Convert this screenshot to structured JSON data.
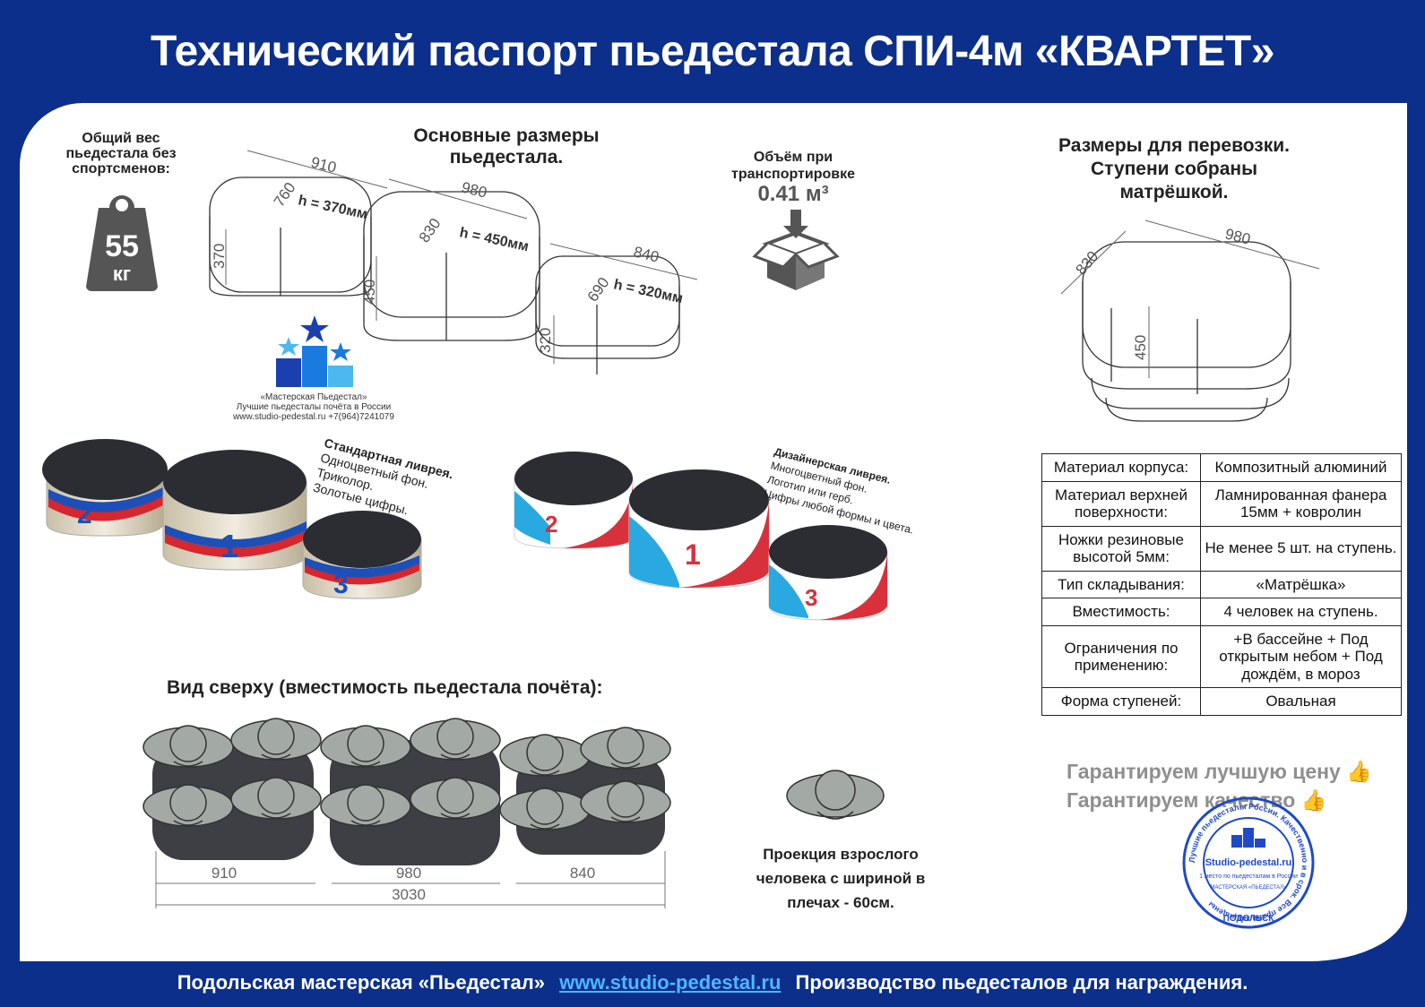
{
  "header": {
    "title": "Технический паспорт пьедестала СПИ-4м «КВАРТЕТ»"
  },
  "weight": {
    "caption": "Общий вес пьедестала без спортсменов:",
    "value": "55",
    "unit": "кг"
  },
  "main_sizes": {
    "title": "Основные размеры пьедестала.",
    "step2": {
      "length": "910",
      "depth": "760",
      "height": "370",
      "h_label": "h = 370мм"
    },
    "step1": {
      "length": "980",
      "depth": "830",
      "height": "450",
      "h_label": "h = 450мм"
    },
    "step3": {
      "length": "840",
      "depth": "690",
      "height": "320",
      "h_label": "h = 320мм"
    }
  },
  "volume": {
    "caption": "Объём при транспортировке",
    "value": "0.41 м³"
  },
  "transport": {
    "title": "Размеры для перевозки. Ступени собраны матрёшкой.",
    "length": "980",
    "depth": "830",
    "height": "450"
  },
  "logo": {
    "line1": "«Мастерская Пьедестал»",
    "line2": "Лучшие пьедесталы почёта в России",
    "line3": "www.studio-pedestal.ru +7(964)7241079"
  },
  "livery_standard": {
    "title": "Стандартная ливрея.",
    "lines": [
      "Одноцветный фон.",
      "Триколор.",
      "Золотые цифры."
    ]
  },
  "livery_design": {
    "title": "Дизайнерская ливрея.",
    "lines": [
      "Многоцветный фон.",
      "Логотип или герб.",
      "Цифры любой формы и цвета."
    ]
  },
  "podium_numbers": {
    "first": "1",
    "second": "2",
    "third": "3"
  },
  "spec_table": [
    {
      "key": "Материал корпуса:",
      "value": "Композитный алюминий"
    },
    {
      "key": "Материал верхней поверхности:",
      "value": "Ламнированная фанера 15мм + ковролин"
    },
    {
      "key": "Ножки резиновые высотой 5мм:",
      "value": "Не менее 5 шт. на ступень."
    },
    {
      "key": "Тип складывания:",
      "value": "«Матрёшка»"
    },
    {
      "key": "Вместимость:",
      "value": "4 человек на ступень."
    },
    {
      "key": "Ограничения по применению:",
      "value": "+В бассейне + Под открытым небом + Под дождём, в мороз"
    },
    {
      "key": "Форма ступеней:",
      "value": "Овальная"
    }
  ],
  "top_view": {
    "title": "Вид сверху (вместимость пьедестала почёта):",
    "dims": [
      "910",
      "980",
      "840"
    ],
    "total": "3030"
  },
  "projection": {
    "caption": "Проекция взрослого человека с шириной в плечах - 60см."
  },
  "guarantees": [
    "Гарантируем лучшую цену",
    "Гарантируем качество"
  ],
  "stamp": {
    "ring": "Лучшие пьедесталы России. Качественно и в срок. Все права защищены",
    "center": "Studio-pedestal.ru",
    "sub": "1 место по пьедесталам в России",
    "bottom": "МАСТЕРСКАЯ «ПЬЕДЕСТАЛ»",
    "city": "ПОДОЛЬСК"
  },
  "footer": {
    "left": "Подольская мастерская «Пьедестал»",
    "link": "www.studio-pedestal.ru",
    "right": "Производство пьедесталов для награждения."
  },
  "colors": {
    "brand_blue": "#0b2f8a",
    "link": "#4fb7ff",
    "gray": "#8f8f8f",
    "dark": "#555555"
  }
}
